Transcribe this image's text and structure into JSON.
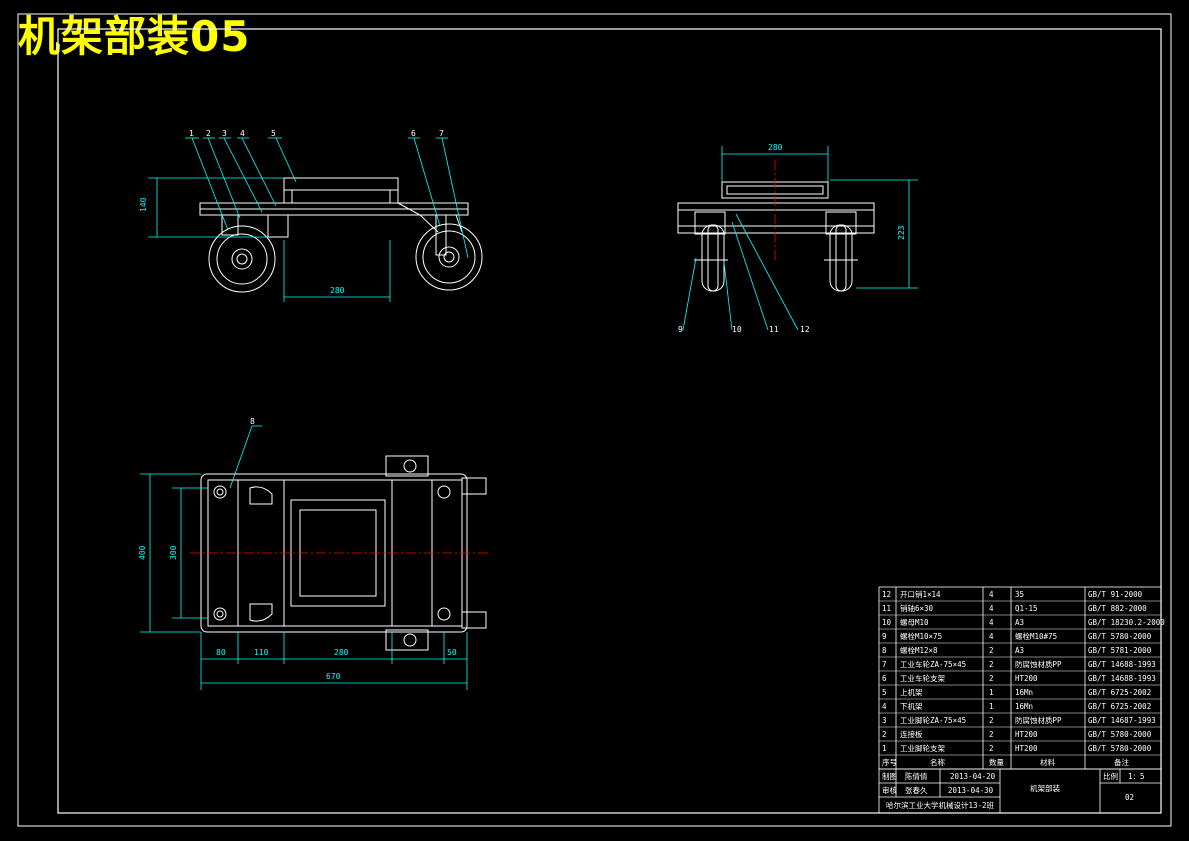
{
  "title": "机架部装05",
  "dimensions": {
    "front_height": "140",
    "front_length": "280",
    "side_width": "280",
    "side_height": "223",
    "top_outer_width": "400",
    "top_inner_width": "300",
    "top_seg_1": "80",
    "top_seg_2": "110",
    "top_seg_3": "280",
    "top_seg_4": "50",
    "top_overall": "670"
  },
  "balloons": {
    "front": [
      "1",
      "2",
      "3",
      "4",
      "5",
      "6",
      "7"
    ],
    "side": [
      "9",
      "10",
      "11",
      "12"
    ],
    "top": [
      "8"
    ]
  },
  "bom": {
    "rows": [
      {
        "no": "12",
        "name": "开口销1×14",
        "qty": "4",
        "material": "35",
        "remark": "GB/T 91-2000"
      },
      {
        "no": "11",
        "name": "销轴6×30",
        "qty": "4",
        "material": "Q1-15",
        "remark": "GB/T 882-2000"
      },
      {
        "no": "10",
        "name": "螺母M10",
        "qty": "4",
        "material": "A3",
        "remark": "GB/T 18230.2-2000"
      },
      {
        "no": "9",
        "name": "螺栓M10×75",
        "qty": "4",
        "material": "螺栓M10#75",
        "remark": "GB/T 5780-2000"
      },
      {
        "no": "8",
        "name": "螺栓M12×8",
        "qty": "2",
        "material": "A3",
        "remark": "GB/T 5781-2000"
      },
      {
        "no": "7",
        "name": "工业车轮ZA-75×45",
        "qty": "2",
        "material": "防腐蚀材质PP",
        "remark": "GB/T 14688-1993"
      },
      {
        "no": "6",
        "name": "工业车轮支架",
        "qty": "2",
        "material": "HT200",
        "remark": "GB/T 14688-1993"
      },
      {
        "no": "5",
        "name": "上机架",
        "qty": "1",
        "material": "16Mn",
        "remark": "GB/T 6725-2002"
      },
      {
        "no": "4",
        "name": "下机架",
        "qty": "1",
        "material": "16Mn",
        "remark": "GB/T 6725-2002"
      },
      {
        "no": "3",
        "name": "工业脚轮ZA-75×45",
        "qty": "2",
        "material": "防腐蚀材质PP",
        "remark": "GB/T 14687-1993"
      },
      {
        "no": "2",
        "name": "连接板",
        "qty": "2",
        "material": "HT200",
        "remark": "GB/T 5780-2000"
      },
      {
        "no": "1",
        "name": "工业脚轮支架",
        "qty": "2",
        "material": "HT200",
        "remark": "GB/T 5780-2000"
      }
    ],
    "header": {
      "no": "序号",
      "name": "名称",
      "qty": "数量",
      "material": "材料",
      "remark": "备注"
    }
  },
  "titleblock": {
    "drawn_label": "制图",
    "drawn_name": "陈倩倩",
    "drawn_date": "2013-04-20",
    "check_label": "审核",
    "check_name": "张春久",
    "check_date": "2013-04-30",
    "drawing_name": "机架部装",
    "scale_label": "比例",
    "scale_value": "1：5",
    "sheet": "02",
    "school": "哈尔滨工业大学机械设计13-2班"
  },
  "colors": {
    "background": "#000000",
    "frame": "#ffffff",
    "dimension": "#00ffff",
    "centerline": "#ff0000",
    "title": "#ffff00"
  }
}
